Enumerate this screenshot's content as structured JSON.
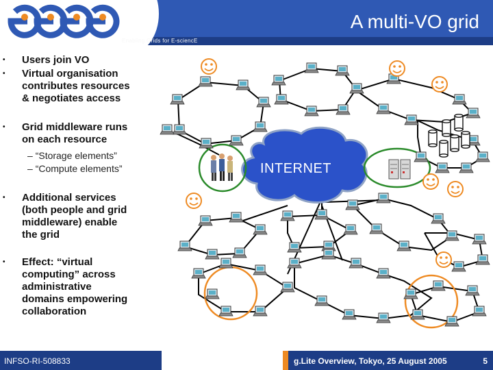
{
  "header": {
    "logo_text": "egee",
    "tagline": "Enabling Grids for E-sciencE",
    "title": "A multi-VO grid"
  },
  "bullets": [
    {
      "text": "Users join VO"
    },
    {
      "text": "Virtual organisation"
    },
    {
      "text": "contributes resources"
    },
    {
      "text": "& negotiates access"
    },
    {
      "text": "Grid middleware runs"
    },
    {
      "text": "on each resource"
    },
    {
      "text": "Additional services"
    },
    {
      "text": "(both people and grid"
    },
    {
      "text": "middleware) enable"
    },
    {
      "text": "the grid"
    },
    {
      "text": "Effect: “virtual"
    },
    {
      "text": "computing” across"
    },
    {
      "text": "administrative"
    },
    {
      "text": "domains empowering"
    },
    {
      "text": "collaboration"
    }
  ],
  "sub_bullets": [
    {
      "dash": "–",
      "text": "“Storage elements”"
    },
    {
      "dash": "–",
      "text": "“Compute elements”"
    }
  ],
  "bullet_marker": "•",
  "diagram": {
    "cloud_label": "INTERNET",
    "icons": [
      "smiley-icon",
      "computer-icon",
      "server-rack-icon",
      "storage-cylinder-icon",
      "people-icon"
    ]
  },
  "footer": {
    "left": "INFSO-RI-508833",
    "event": "g.Lite Overview,  Tokyo, 25 August 2005",
    "page": "5"
  },
  "colors": {
    "header_band": "#2f59b4",
    "header_strip": "#1d3d86",
    "cloud": "#2b52c9",
    "footer": "#1d3d86",
    "smiley": "#ee8a22",
    "ring_green": "#2a8a2a",
    "ring_orange": "#ee8a22"
  }
}
